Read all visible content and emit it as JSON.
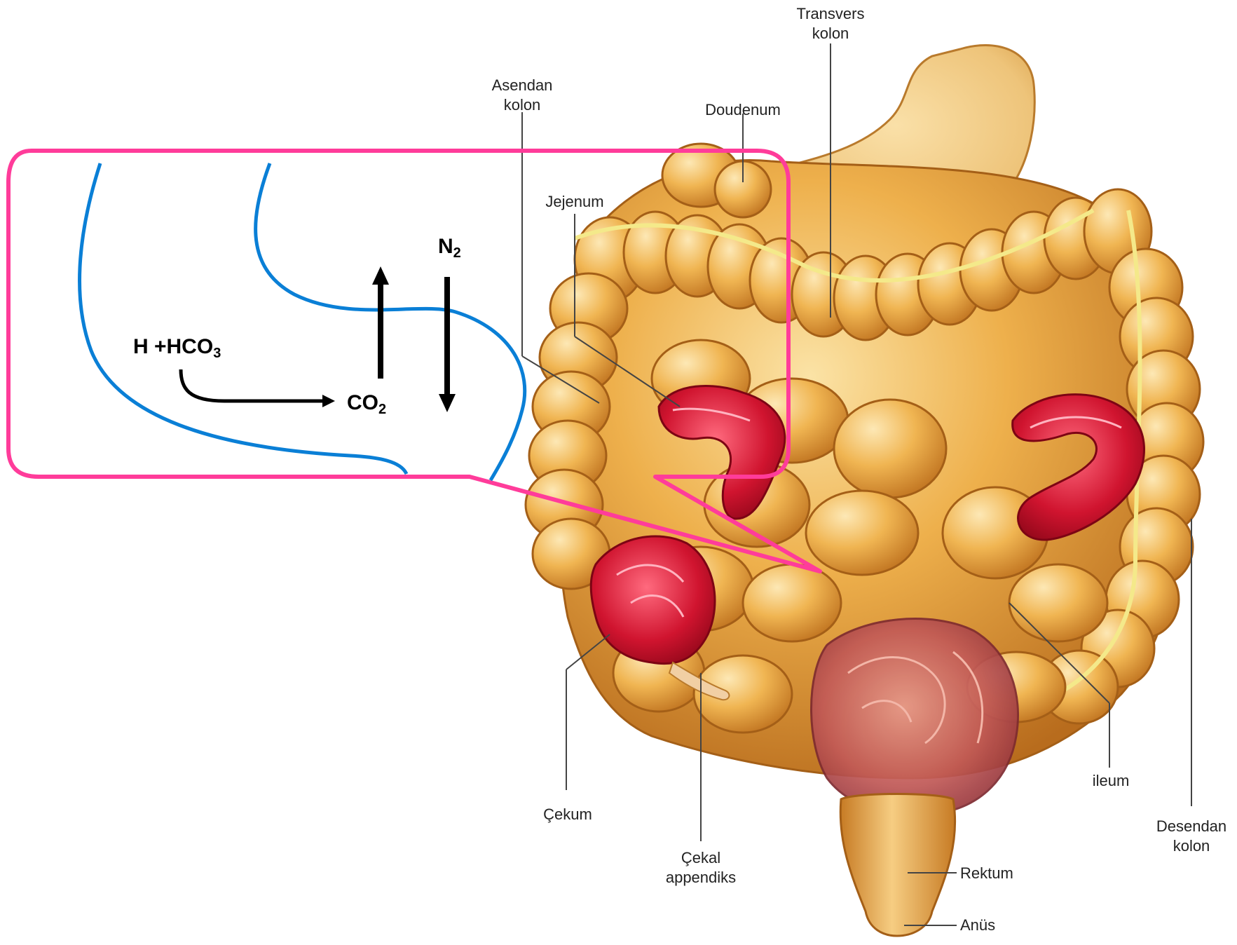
{
  "labels": {
    "transvers_kolon": [
      "Transvers",
      "kolon"
    ],
    "asendan_kolon": [
      "Asendan",
      "kolon"
    ],
    "doudenum": "Doudenum",
    "jejenum": "Jejenum",
    "cekum": "Çekum",
    "cekal_appendiks": [
      "Çekal",
      "appendiks"
    ],
    "ileum": "ileum",
    "desendan_kolon": [
      "Desendan",
      "kolon"
    ],
    "rektum": "Rektum",
    "anus": "Anüs"
  },
  "callout": {
    "reactant": {
      "text": "H +HCO",
      "subscript": "3"
    },
    "product": {
      "text": "CO",
      "subscript": "2"
    },
    "gas": {
      "text": "N",
      "subscript": "2"
    }
  },
  "colors": {
    "callout_border": "#ff3c9a",
    "membrane": "#0a7fd6",
    "arrow": "#000000",
    "intestine_base": "#e8a237",
    "intestine_dark": "#b8691a",
    "mucosa_red": "#c8102e",
    "label_text": "#222222"
  }
}
